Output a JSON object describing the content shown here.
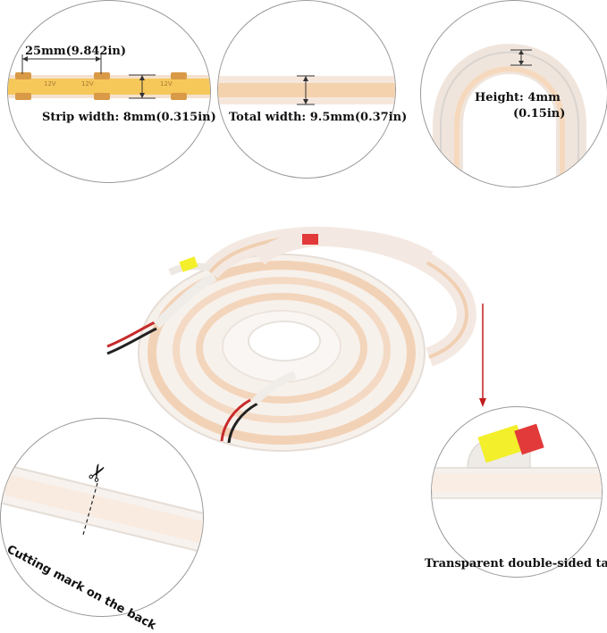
{
  "labels": {
    "pitch": "25mm(9.842in)",
    "strip_width": "Strip width: 8mm(0.315in)",
    "total_width": "Total width: 9.5mm(0.37in)",
    "height_line1": "Height: 4mm",
    "height_line2": "(0.15in)",
    "cutting_mark": "Cutting mark on the back",
    "tape": "Transparent double-sided tape"
  },
  "strip_marks": [
    "12V",
    "12V",
    "12V"
  ],
  "colors": {
    "strip_yellow": "#f6c85a",
    "strip_warm": "#f3d2ad",
    "silicone": "#f2ebe6",
    "wire_red": "#c62a2a",
    "tape_yellow": "#f3ef2a",
    "tape_red": "#e23a3a",
    "arrow_red": "#c21d1d"
  },
  "icons": {
    "scissors": "scissors-icon"
  }
}
